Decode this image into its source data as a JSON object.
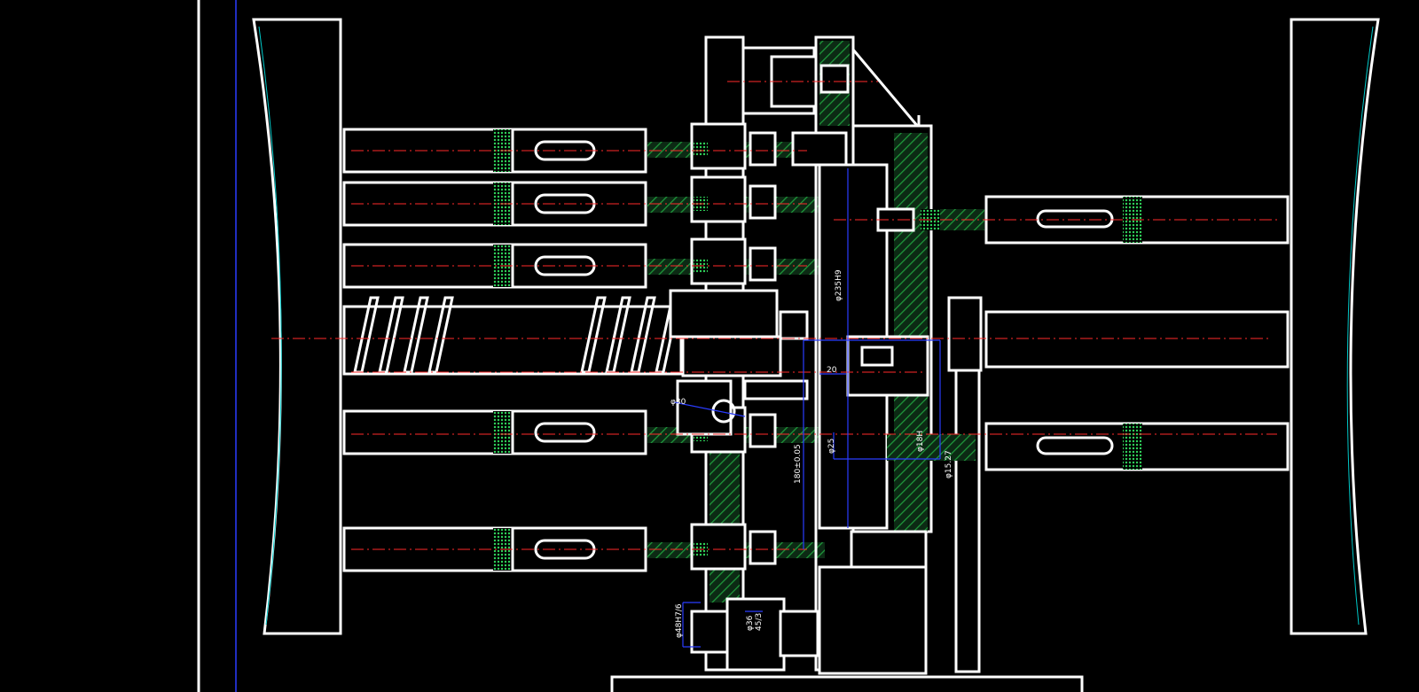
{
  "drawing": {
    "background": "#000000",
    "colors": {
      "outline": "#ffffff",
      "centerline": "#ff2a2a",
      "hatch": "#1f9a3c",
      "dimension": "#2a3cff",
      "arc": "#00c8c8"
    }
  },
  "dimensions": {
    "d1": "φ235H9",
    "d2": "20",
    "d3": "180±0.05",
    "d4": "φ25",
    "d5": "φ18H",
    "d6": "φ15.27",
    "d7": "φ48H7/6",
    "d8": "φ36",
    "d9": "45/3",
    "d10": "φ30"
  }
}
